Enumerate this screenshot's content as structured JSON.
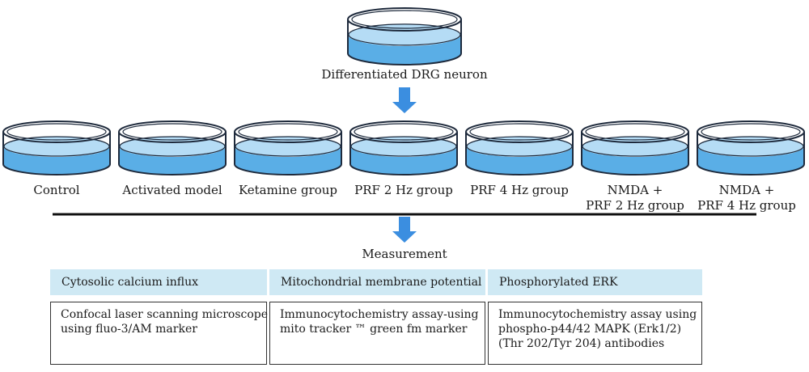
{
  "top": {
    "label": "Differentiated DRG neuron"
  },
  "groups": [
    {
      "label_lines": [
        "Control"
      ]
    },
    {
      "label_lines": [
        "Activated model"
      ]
    },
    {
      "label_lines": [
        "Ketamine group"
      ]
    },
    {
      "label_lines": [
        "PRF 2 Hz group"
      ]
    },
    {
      "label_lines": [
        "PRF 4 Hz group"
      ]
    },
    {
      "label_lines": [
        "NMDA +",
        "PRF 2 Hz group"
      ]
    },
    {
      "label_lines": [
        "NMDA +",
        "PRF 4 Hz group"
      ]
    }
  ],
  "measurement": {
    "label": "Measurement"
  },
  "columns": [
    {
      "header": "Cytosolic calcium influx",
      "method_lines": [
        "Confocal laser scanning microscope",
        "using fluo-3/AM marker"
      ]
    },
    {
      "header": "Mitochondrial membrane potential",
      "method_lines": [
        "Immunocytochemistry assay-using",
        "mito tracker ™ green fm marker"
      ]
    },
    {
      "header": "Phosphorylated ERK",
      "method_lines": [
        "Immunocytochemistry assay using",
        "phospho-p44/42 MAPK (Erk1/2)",
        "(Thr 202/Tyr 204) antibodies"
      ]
    }
  ],
  "colors": {
    "dish_fill": "#5aaee6",
    "dish_light": "#b5dcf5",
    "dish_stroke": "#1e2a3c",
    "arrow": "#3b8ee0",
    "header_fill": "#cfe9f4"
  }
}
